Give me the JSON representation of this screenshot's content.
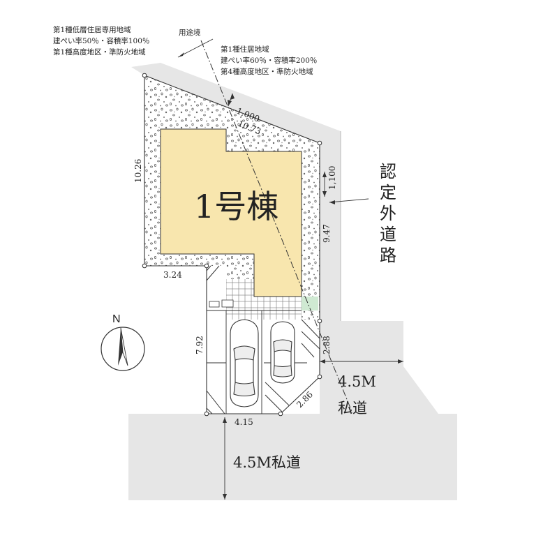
{
  "zones": {
    "left": {
      "line1": "第1種低層住居専用地域",
      "line2": "建ぺい率50％・容積率100％",
      "line3": "第1種高度地区・準防火地域"
    },
    "right": {
      "line1": "第1種住居地域",
      "line2": "建ぺい率60％・容積率200％",
      "line3": "第4種高度地区・準防火地域"
    },
    "boundary_label": "用途境"
  },
  "building": {
    "label": "1号棟",
    "color": "#f8e6ae"
  },
  "dimensions": {
    "setback": "1,000",
    "top_edge": "10.73",
    "left_edge": "10.26",
    "right_setback": "1,100",
    "right_edge": "9.47",
    "bottom_left": "3.24",
    "stem_left": "7.92",
    "right_lower": "2.88",
    "corner_cut": "2.86",
    "bottom_edge": "4.15"
  },
  "roads": {
    "right_road": "認定外道路",
    "private_road_right_line1": "4.5M",
    "private_road_right_line2": "私道",
    "private_road_bottom": "4.5M私道",
    "road_color": "#e6e6e6"
  },
  "compass": {
    "label": "N"
  }
}
